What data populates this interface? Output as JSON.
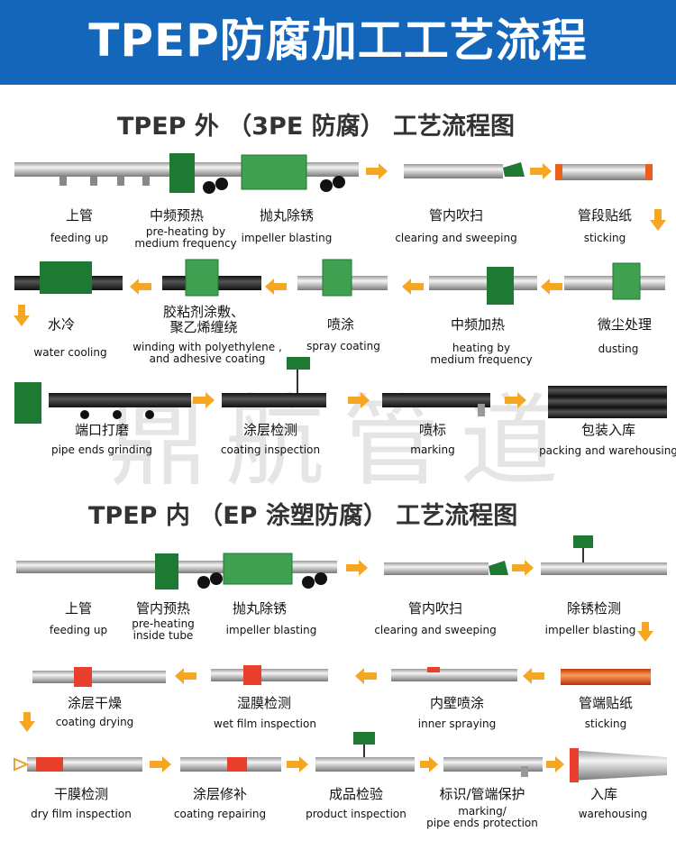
{
  "banner": {
    "title": "TPEP防腐加工工艺流程"
  },
  "watermark": "鼎航管道",
  "section1": {
    "title": "TPEP 外 （3PE 防腐） 工艺流程图",
    "steps": [
      {
        "zh": "上管",
        "en": "feeding up"
      },
      {
        "zh": "中频预热",
        "en": "pre-heating by\nmedium frequency"
      },
      {
        "zh": "抛丸除锈",
        "en": "impeller blasting"
      },
      {
        "zh": "管内吹扫",
        "en": "clearing and sweeping"
      },
      {
        "zh": "管段贴纸",
        "en": "sticking"
      },
      {
        "zh": "微尘处理",
        "en": "dusting"
      },
      {
        "zh": "中频加热",
        "en": "heating by\nmedium frequency"
      },
      {
        "zh": "喷涂",
        "en": "spray coating"
      },
      {
        "zh": "胶粘剂涂敷、\n聚乙烯缠绕",
        "en": "winding with polyethylene ,\nand adhesive coating"
      },
      {
        "zh": "水冷",
        "en": "water cooling"
      },
      {
        "zh": "端口打磨",
        "en": "pipe ends grinding"
      },
      {
        "zh": "涂层检测",
        "en": "coating inspection"
      },
      {
        "zh": "喷标",
        "en": "marking"
      },
      {
        "zh": "包装入库",
        "en": "packing and warehousing"
      }
    ]
  },
  "section2": {
    "title": "TPEP 内 （EP 涂塑防腐） 工艺流程图",
    "steps": [
      {
        "zh": "上管",
        "en": "feeding up"
      },
      {
        "zh": "管内预热",
        "en": "pre-heating\ninside tube"
      },
      {
        "zh": "抛丸除锈",
        "en": "impeller blasting"
      },
      {
        "zh": "管内吹扫",
        "en": "clearing and sweeping"
      },
      {
        "zh": "除锈检测",
        "en": "impeller blasting"
      },
      {
        "zh": "管端贴纸",
        "en": "sticking"
      },
      {
        "zh": "内壁喷涂",
        "en": "inner spraying"
      },
      {
        "zh": "湿膜检测",
        "en": "wet film inspection"
      },
      {
        "zh": "涂层干燥",
        "en": "coating drying"
      },
      {
        "zh": "干膜检测",
        "en": "dry film inspection"
      },
      {
        "zh": "涂层修补",
        "en": "coating repairing"
      },
      {
        "zh": "成品检验",
        "en": "product inspection"
      },
      {
        "zh": "标识/管端保护",
        "en": "marking/\npipe ends protection"
      },
      {
        "zh": "入库",
        "en": "warehousing"
      }
    ]
  },
  "colors": {
    "banner": "#1466ba",
    "arrow": "#f5a623",
    "machine": "#1e7a33",
    "pipe": "#c8c8c8",
    "sticker": "#e8601c"
  }
}
